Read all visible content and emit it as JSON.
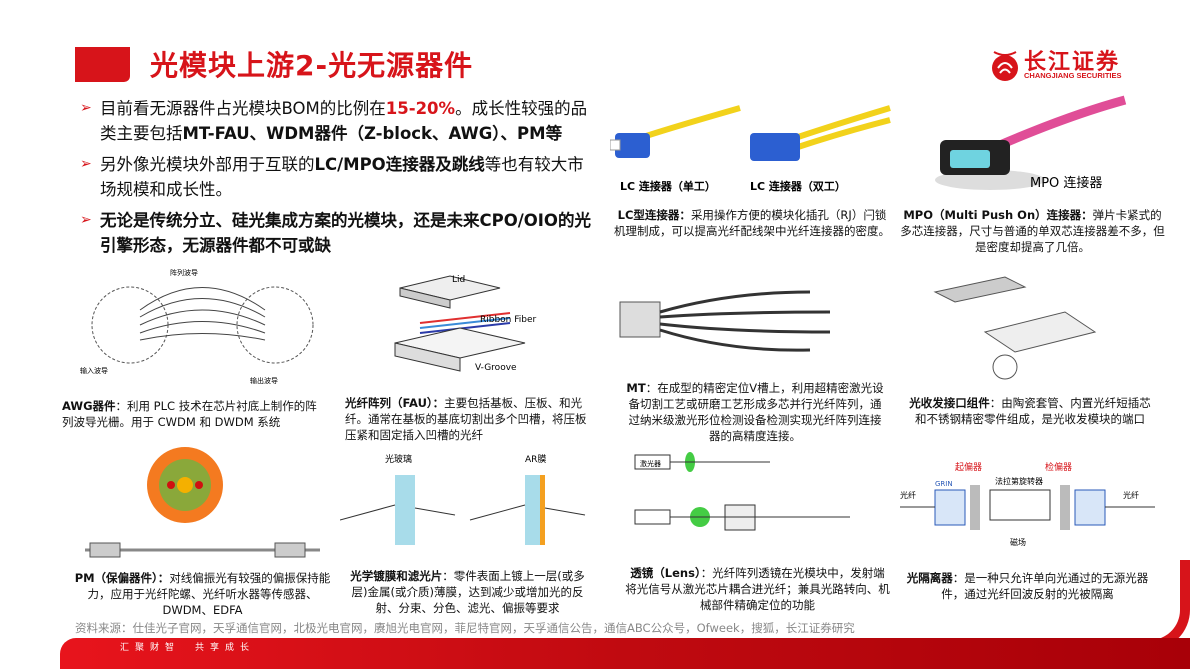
{
  "header": {
    "title": "光模块上游2-光无源器件",
    "logo": {
      "cn": "长江证券",
      "en": "CHANGJIANG SECURITIES"
    }
  },
  "bullets": [
    {
      "parts": [
        {
          "t": "目前看无源器件占光模块BOM的比例在"
        },
        {
          "t": "15-20%",
          "s": "red"
        },
        {
          "t": "。成长性较强的品类主要包括"
        },
        {
          "t": "MT-FAU、WDM器件（Z-block、AWG）、PM等",
          "s": "b"
        }
      ]
    },
    {
      "parts": [
        {
          "t": "另外像光模块外部用于互联的"
        },
        {
          "t": "LC/MPO连接器及跳线",
          "s": "b"
        },
        {
          "t": "等也有较大市场规模和成长性。"
        }
      ]
    },
    {
      "parts": [
        {
          "t": "无论是传统分立、硅光集成方案的光模块，还是未来CPO/OIO的光引擎形态，无源器件都不可或缺",
          "s": "b"
        }
      ]
    }
  ],
  "images": {
    "lc_simplex": "LC 连接器（单工）",
    "lc_duplex": "LC 连接器（双工）",
    "mpo": "MPO 连接器",
    "fau_lid": "Lid",
    "fau_ribbon": "Ribbon Fiber",
    "fau_vgroove": "V-Groove",
    "awg_array": "阵列波导",
    "awg_in": "输入波导",
    "awg_out": "输出波导",
    "filter_glass": "光玻璃",
    "filter_ar": "AR膜",
    "iso_polarizer": "起偏器",
    "iso_analyzer": "检偏器",
    "iso_faraday": "法拉第旋转器",
    "iso_fiber": "光纤",
    "iso_grin": "GRIN",
    "iso_magnet": "磁场",
    "lens_laser": "激光器"
  },
  "captions": {
    "lc": {
      "head": "LC型连接器：",
      "body": "采用操作方便的模块化插孔（RJ）闩锁机理制成，可以提高光纤配线架中光纤连接器的密度。"
    },
    "mpo": {
      "head": "MPO（Multi Push On）连接器：",
      "body": "弹片卡紧式的多芯连接器，尺寸与普通的单双芯连接器差不多，但是密度却提高了几倍。"
    },
    "awg": {
      "head": "AWG器件",
      "body": "：利用 PLC 技术在芯片衬底上制作的阵列波导光栅。用于 CWDM 和 DWDM 系统"
    },
    "fau": {
      "head": "光纤阵列（FAU）：",
      "body": "主要包括基板、压板、和光纤。通常在基板的基底切割出多个凹槽，将压板压紧和固定插入凹槽的光纤"
    },
    "mt": {
      "head": "MT",
      "body": "：在成型的精密定位V槽上，利用超精密激光设备切割工艺或研磨工艺形成多芯并行光纤阵列，通过纳米级激光形位检测设备检测实现光纤阵列连接器的高精度连接。"
    },
    "osa": {
      "head": "光收发接口组件",
      "body": "：由陶瓷套管、内置光纤短插芯和不锈钢精密零件组成，是光收发模块的端口"
    },
    "pm": {
      "head": "PM（保偏器件）：",
      "body": "对线偏振光有较强的偏振保持能力，应用于光纤陀螺、光纤听水器等传感器、DWDM、EDFA"
    },
    "filter": {
      "head": "光学镀膜和滤光片",
      "body": "：零件表面上镀上一层(或多层)金属(或介质)薄膜，达到减少或增加光的反射、分束、分色、滤光、偏振等要求"
    },
    "lens": {
      "head": "透镜（Lens）",
      "body": "：光纤阵列透镜在光模块中，发射端将光信号从激光芯片耦合进光纤；兼具光路转向、机械部件精确定位的功能"
    },
    "isolator": {
      "head": "光隔离器",
      "body": "：是一种只允许单向光通过的无源光器件，通过光纤回波反射的光被隔离"
    }
  },
  "source": "资料来源：仕佳光子官网，天孚通信官网，北极光电官网，赓旭光电官网，菲尼特官网，天孚通信公告，通信ABC公众号，Ofweek，搜狐，长江证券研究",
  "footer": {
    "slogan_a": "汇聚财智",
    "slogan_b": "共享成长"
  },
  "colors": {
    "brand": "#d7141a"
  }
}
